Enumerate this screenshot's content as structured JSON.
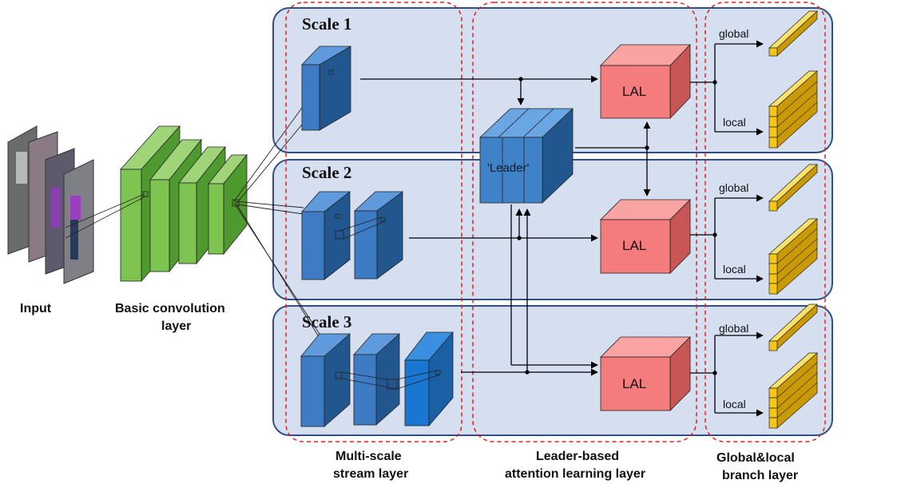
{
  "scales": [
    "Scale 1",
    "Scale 2",
    "Scale 3"
  ],
  "captions": {
    "input": "Input",
    "basic_conv_line1": "Basic convolution",
    "basic_conv_line2": "layer",
    "multiscale_line1": "Multi-scale",
    "multiscale_line2": "stream layer",
    "leader_line1": "Leader-based",
    "leader_line2": "attention learning layer",
    "branch_line1": "Global&local",
    "branch_line2": "branch layer"
  },
  "leader_label": "'Leader'",
  "lal_labels": [
    "LAL",
    "LAL",
    "LAL"
  ],
  "branch_labels": {
    "global": [
      "global",
      "global",
      "global"
    ],
    "local": [
      "local",
      "local",
      "local"
    ]
  },
  "colors": {
    "scale_panel": "#d6dff0",
    "panel_border": "#2f4f86",
    "dashed_group": "#e02020",
    "green_front": "#7dc451",
    "green_side": "#4f9a2e",
    "blue_front": "#3d7cc4",
    "blue_side": "#22568f",
    "leader_front": "#3f82c8",
    "lal_front": "#f47c7c",
    "lal_side": "#c85656",
    "gold_front": "#f5c518",
    "gold_side": "#c99a06"
  }
}
